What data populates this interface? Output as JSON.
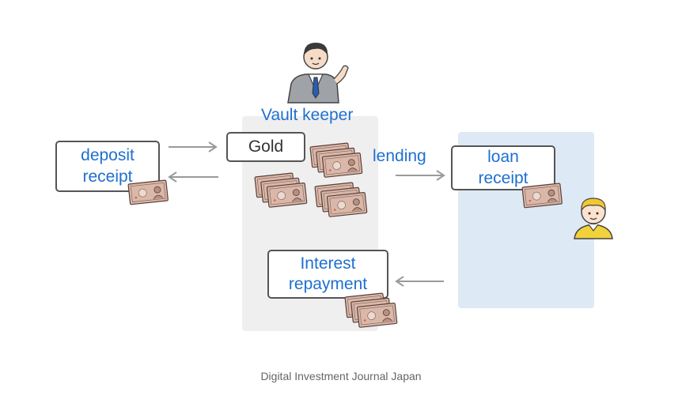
{
  "labels": {
    "vault_keeper": "Vault keeper",
    "gold": "Gold",
    "deposit_receipt_line1": "deposit",
    "deposit_receipt_line2": "receipt",
    "lending": "lending",
    "loan_receipt_line1": "loan",
    "loan_receipt_line2": "receipt",
    "interest_line1": "Interest",
    "interest_line2": "repayment"
  },
  "footer": "Digital Investment Journal Japan",
  "colors": {
    "accent_blue": "#1f6fd0",
    "panel_gray": "#efefef",
    "panel_blue": "#dde9f5",
    "banknote": "#d9b8aa",
    "arrow": "#9a9a9a"
  },
  "icons": {
    "vault_keeper": "businessman-icon",
    "borrower": "child-person-icon",
    "money": "banknote-icon"
  }
}
